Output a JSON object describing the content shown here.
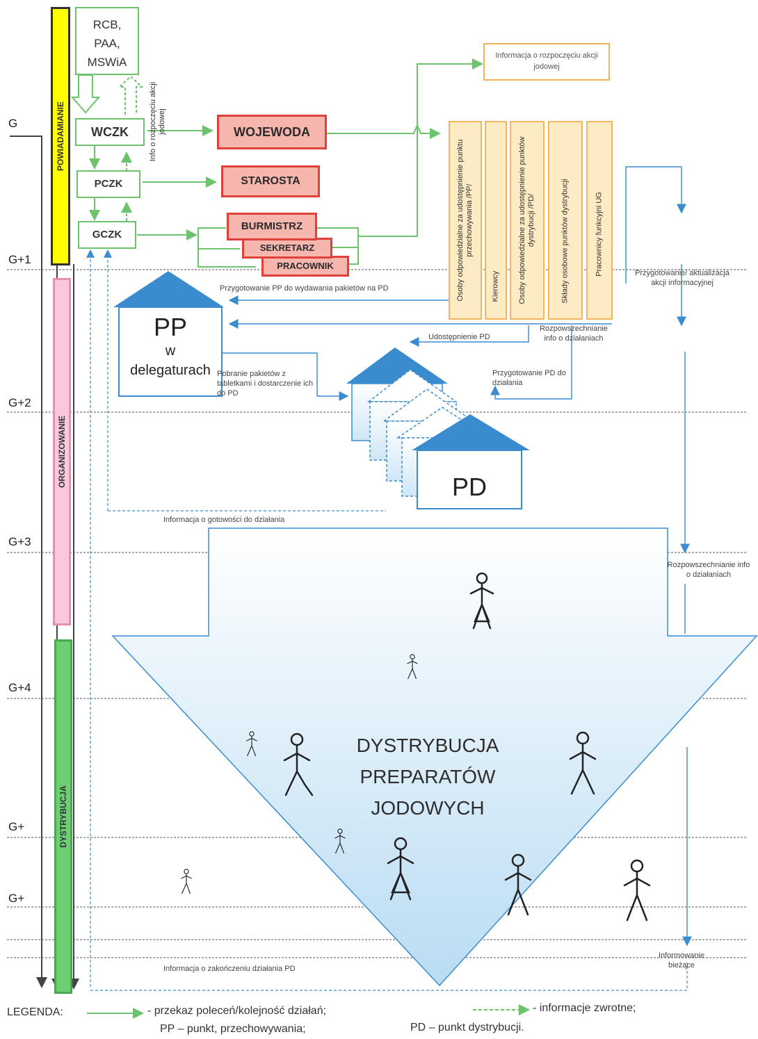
{
  "colors": {
    "green": "#6cc36c",
    "red_border": "#e0403a",
    "red_fill": "#f6b5ad",
    "orange": "#f3b65e",
    "blue": "#3a8ccf",
    "yellow": "#ffff00",
    "pink": "#f9c8dc",
    "phase_green": "#6ccf73"
  },
  "phases": {
    "powiadamianie": "POWIADAMIANIE",
    "organizowanie": "ORGANIZOWANIE",
    "dystrybucja": "DYSTRYBUCJA"
  },
  "timeline": [
    "G",
    "G+1",
    "G+2",
    "G+3",
    "G+4",
    "G+",
    "G+"
  ],
  "boxes": {
    "rcb": "RCB,",
    "paa": "PAA,",
    "mswia": "MSWiA",
    "wczk": "WCZK",
    "pczk": "PCZK",
    "gczk": "GCZK",
    "wojewoda": "WOJEWODA",
    "starosta": "STAROSTA",
    "burmistrz": "BURMISTRZ",
    "sekretarz": "SEKRETARZ",
    "pracownik": "PRACOWNIK",
    "info_top": "Informacja o rozpoczęciu akcji jodowej"
  },
  "roles": [
    "Osoby odpowiedzialne za udostępnienie punktu przechowywania /PP/",
    "Kierowcy",
    "Osoby odpowiedzialne za udostępnienie punktów dystrybucji /PD/",
    "Składy osobowe punktów dystrybucji",
    "Pracownicy funkcyjni UG"
  ],
  "labels": {
    "info_vertical": "Info o rozpoczęciu akcji jodowej",
    "prep_pp": "Przygotowanie PP do wydawania pakietów na PD",
    "udost_pd": "Udostępnienie PD",
    "rozpowsz1": "Rozpowszechnianie info o działaniach",
    "przyg_aktual": "Przygotowanie/ aktualizacja akcji informacyjnej",
    "pobranie": "Pobranie pakietów z tabletkami i dostarczenie ich do PD",
    "przyg_pd": "Przygotowanie PD do działania",
    "info_gotowosc": "Informacja o gotowości do działania",
    "rozpowsz2": "Rozpowszechnianie info o działaniach",
    "informowanie": "Informowanie bieżące",
    "info_zakonczenie": "Informacja o zakończeniu działania PD"
  },
  "pp": {
    "title": "PP",
    "w": "w",
    "delegaturach": "delegaturach"
  },
  "pd": "PD",
  "distribution": [
    "DYSTRYBUCJA",
    "PREPARATÓW",
    "JODOWYCH"
  ],
  "legend": {
    "title": "LEGENDA:",
    "solid": "- przekaz poleceń/kolejność działań;",
    "dashed": "- informacje zwrotne;",
    "pp_def": "PP – punkt, przechowywania;",
    "pd_def": "PD – punkt dystrybucji."
  }
}
